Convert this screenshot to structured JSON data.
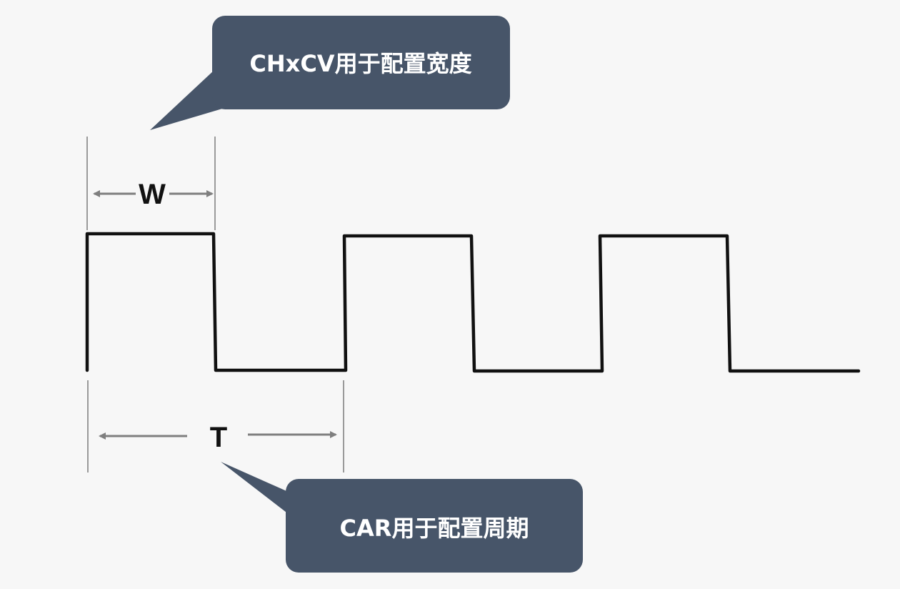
{
  "callouts": {
    "width": {
      "text": "CHxCV用于配置宽度"
    },
    "period": {
      "text": "CAR用于配置周期"
    }
  },
  "dimensions": {
    "width_label": "W",
    "period_label": "T"
  },
  "colors": {
    "background": "#f7f7f7",
    "callout_fill": "#475569",
    "callout_text": "#ffffff",
    "waveform": "#111111",
    "guide": "#9a9a9a",
    "arrow": "#7f7f7f"
  }
}
